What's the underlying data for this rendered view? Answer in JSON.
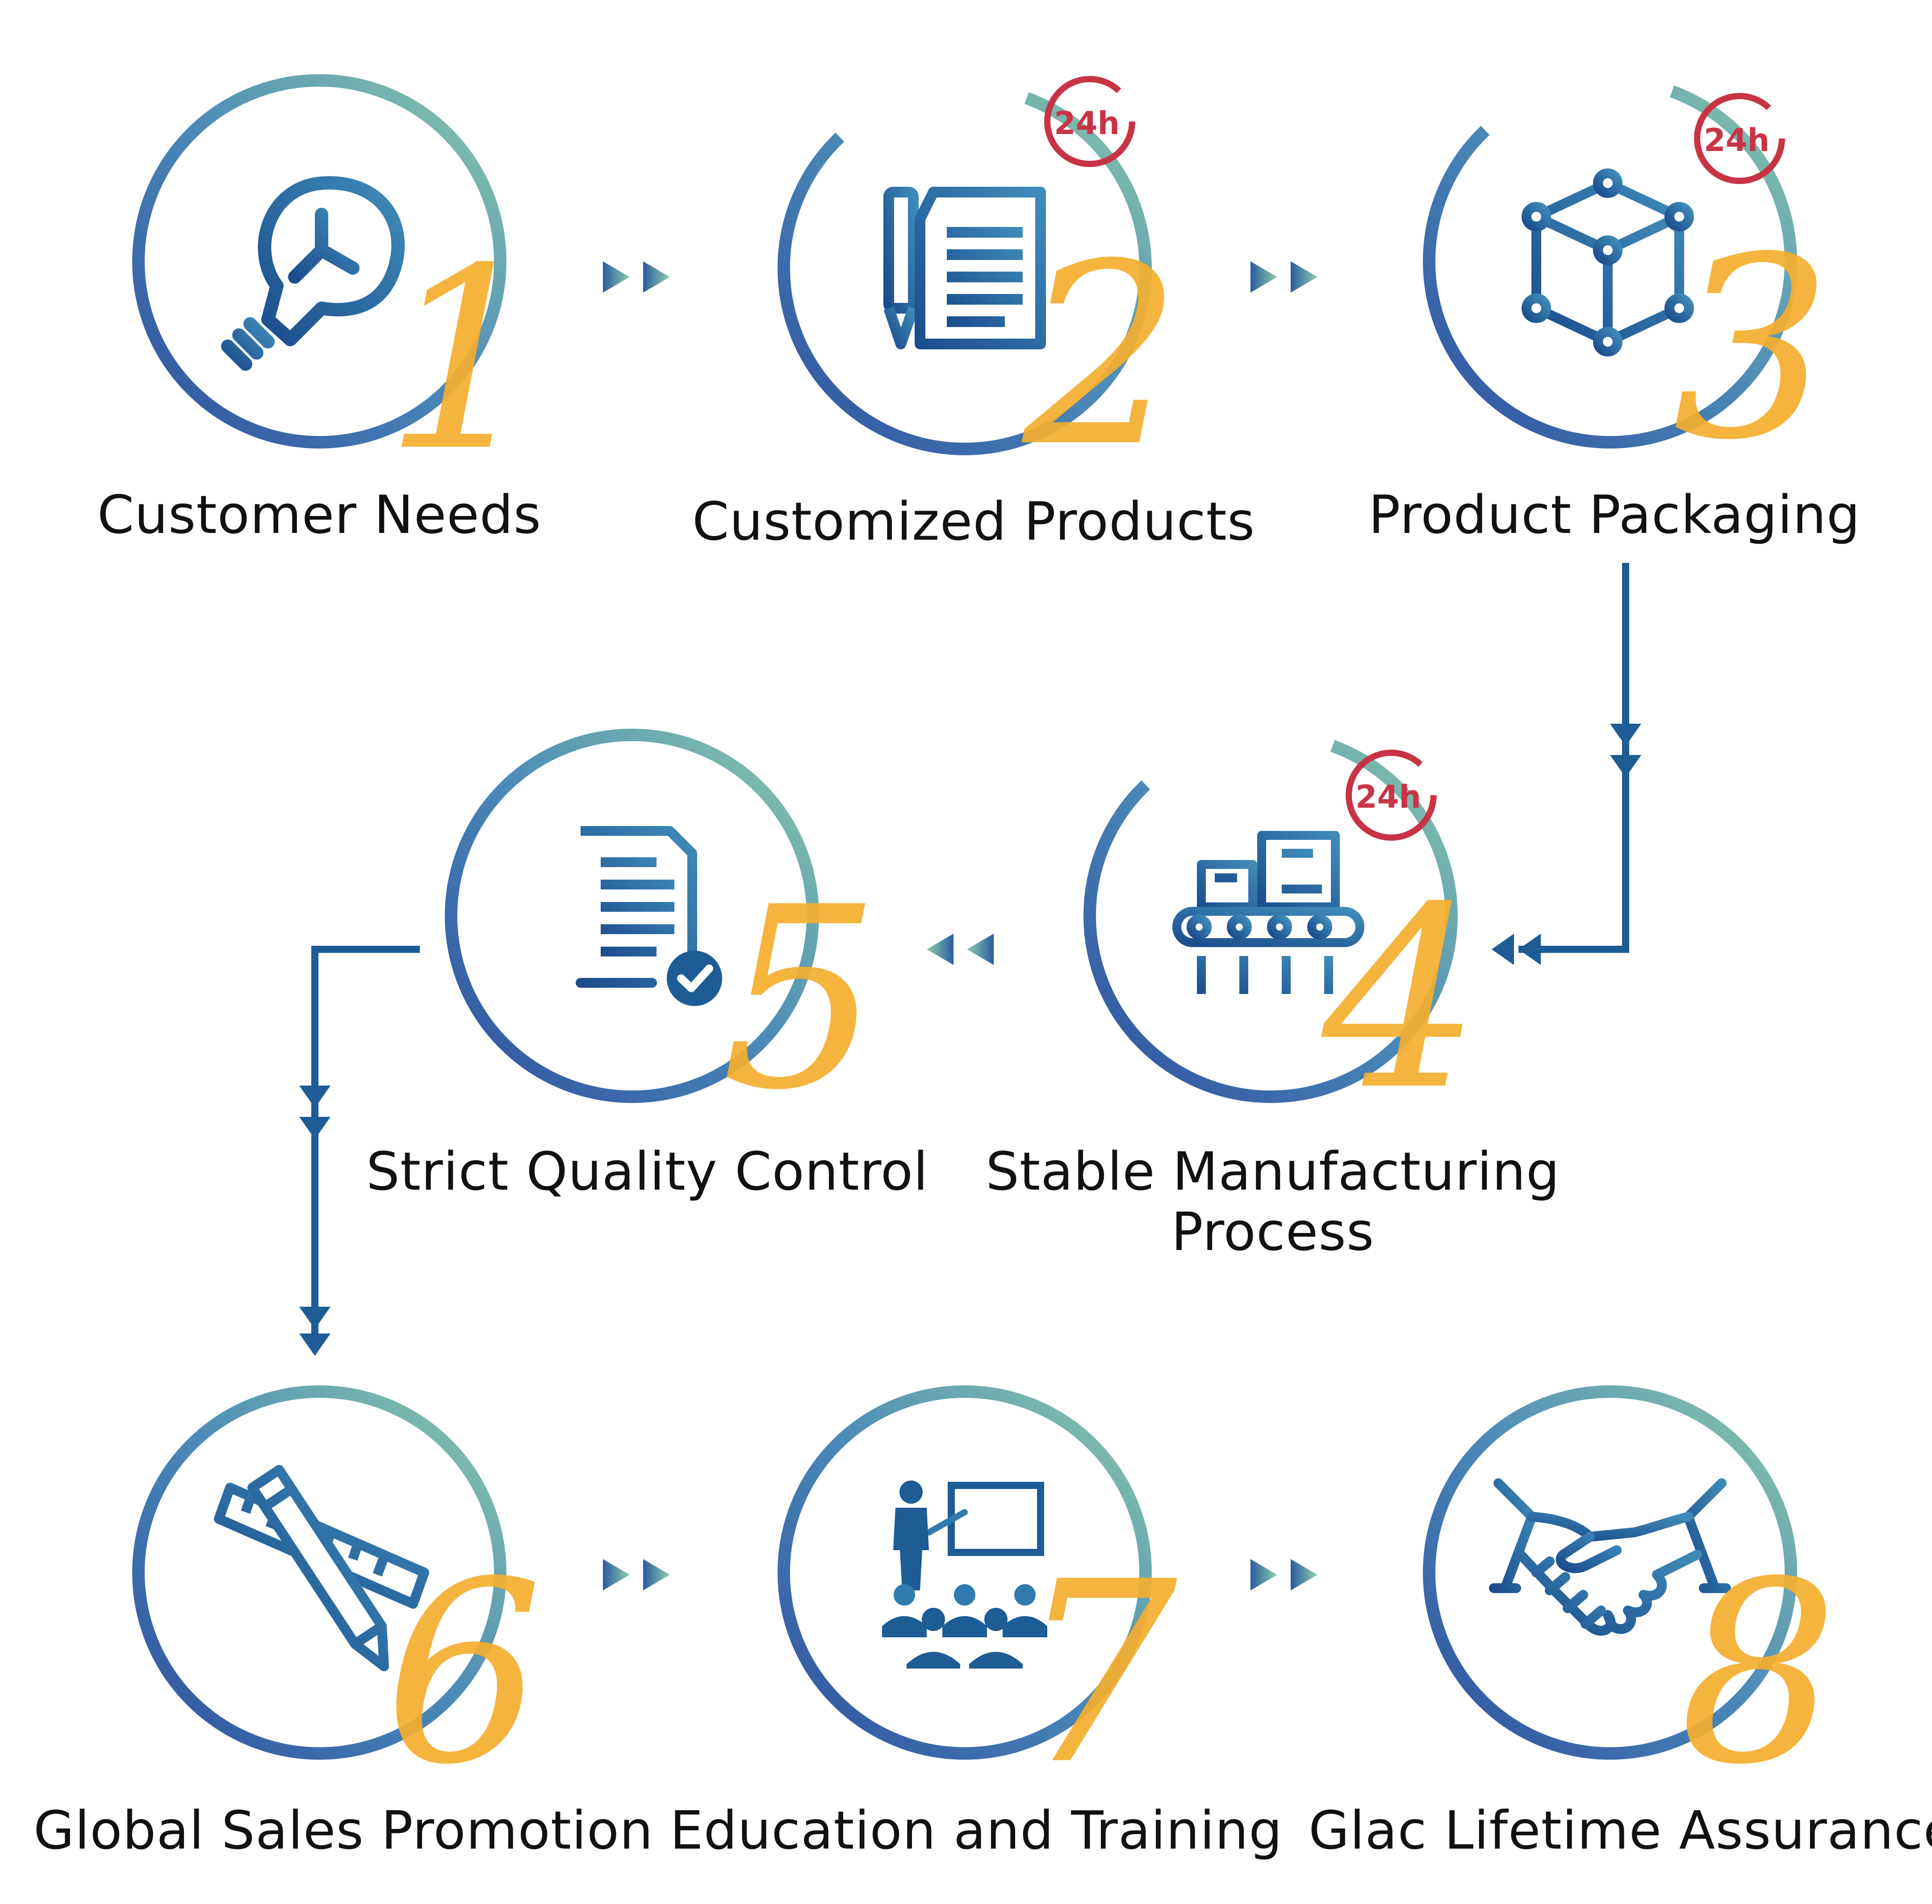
{
  "steps": [
    {
      "num": "1",
      "label": "Customer Needs",
      "icon": "lightbulb-icon"
    },
    {
      "num": "2",
      "label": "Customized Products",
      "icon": "document-pencil-icon",
      "badge": "24h"
    },
    {
      "num": "3",
      "label": "Product Packaging",
      "icon": "cube-icon",
      "badge": "24h"
    },
    {
      "num": "4",
      "label": "Stable Manufacturing Process",
      "label_lines": [
        "Stable Manufacturing",
        "Process"
      ],
      "icon": "conveyor-belt-icon",
      "badge": "24h"
    },
    {
      "num": "5",
      "label": "Strict Quality Control",
      "icon": "document-check-icon"
    },
    {
      "num": "6",
      "label": "Global Sales Promotion",
      "icon": "ruler-pencil-icon"
    },
    {
      "num": "7",
      "label": "Education and Training",
      "icon": "presentation-audience-icon"
    },
    {
      "num": "8",
      "label": "Glac Lifetime Assurance",
      "icon": "handshake-icon"
    }
  ],
  "badge_h": "h",
  "colors": {
    "ring_blue": "#2E5FA8",
    "ring_green": "#86C4A6",
    "icon_blue": "#1D5C94",
    "number_orange": "#F5AE2E",
    "badge_red": "#C83445",
    "arrow_blue": "#1D5C94",
    "text": "#111111"
  }
}
